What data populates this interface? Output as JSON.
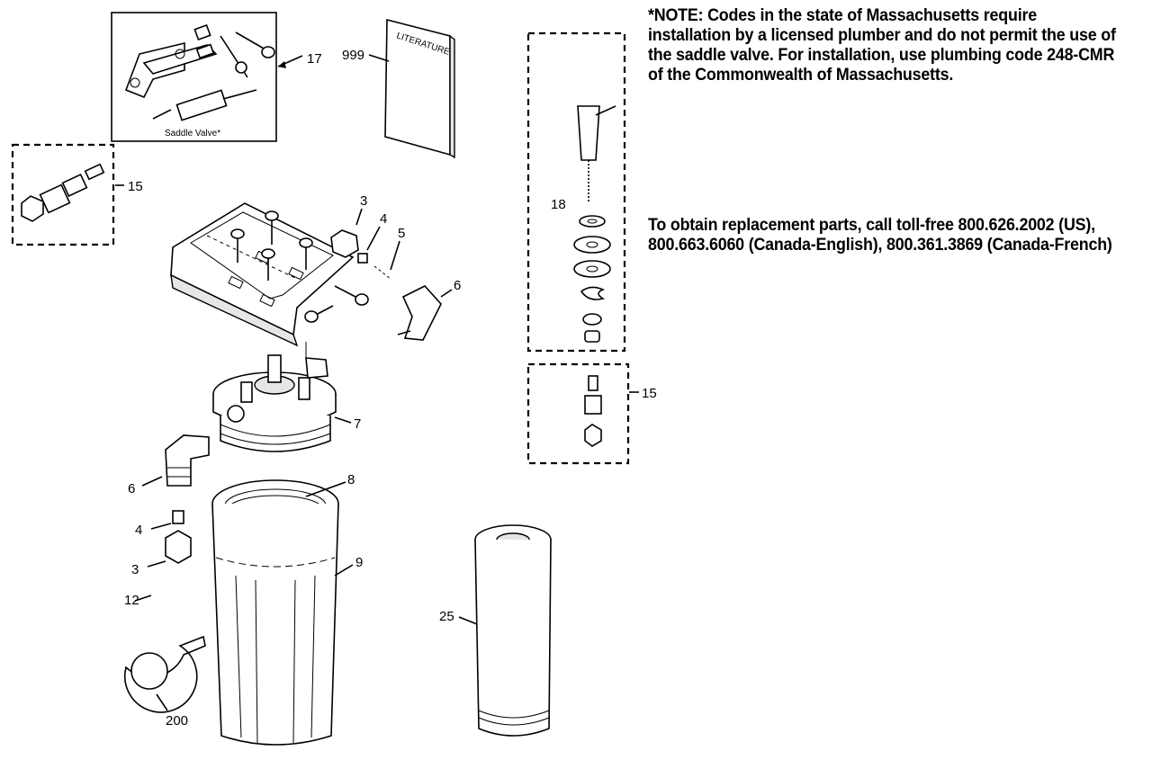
{
  "notes": {
    "massachusetts": "*NOTE: Codes in the state of Massachusetts require installation by a licensed plumber and do not permit the use of the saddle valve. For installation, use plumbing code 248-CMR of the Commonwealth of Massachusetts.",
    "replacement": "To obtain replacement parts, call toll-free 800.626.2002 (US), 800.663.6060 (Canada-English), 800.361.3869 (Canada-French)"
  },
  "labels": {
    "saddle_valve_caption": "Saddle Valve*",
    "literature_text": "LITERATURE",
    "p17": "17",
    "p999": "999",
    "p15_left": "15",
    "p3_top": "3",
    "p4_top": "4",
    "p5": "5",
    "p6_right": "6",
    "p18": "18",
    "p15_right": "15",
    "p7": "7",
    "p6_left": "6",
    "p8": "8",
    "p4_left": "4",
    "p3_left": "3",
    "p9": "9",
    "p12": "12",
    "p25": "25",
    "p200": "200"
  }
}
